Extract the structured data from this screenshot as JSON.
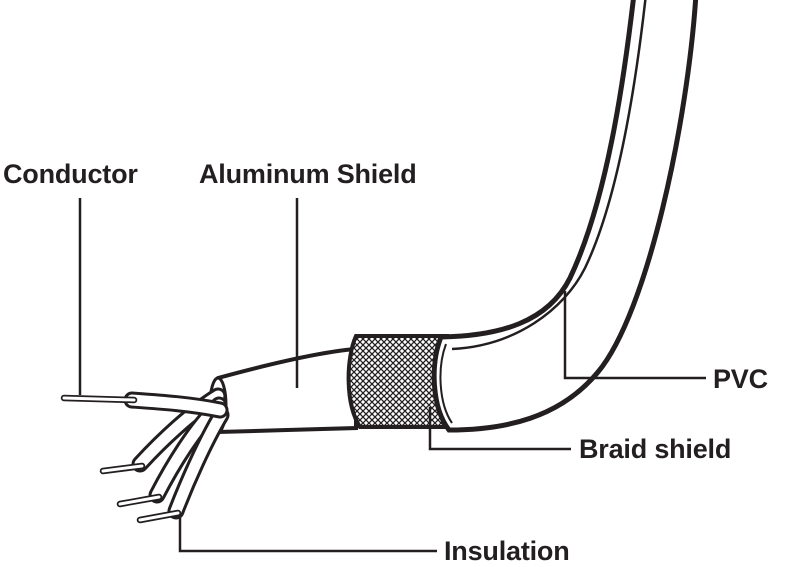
{
  "diagram": {
    "type": "cable-construction-cutaway",
    "labels": {
      "conductor": "Conductor",
      "aluminum_shield": "Aluminum Shield",
      "pvc": "PVC",
      "braid_shield": "Braid shield",
      "insulation": "Insulation"
    },
    "colors": {
      "line": "#231f20",
      "fill": "#ffffff"
    }
  }
}
